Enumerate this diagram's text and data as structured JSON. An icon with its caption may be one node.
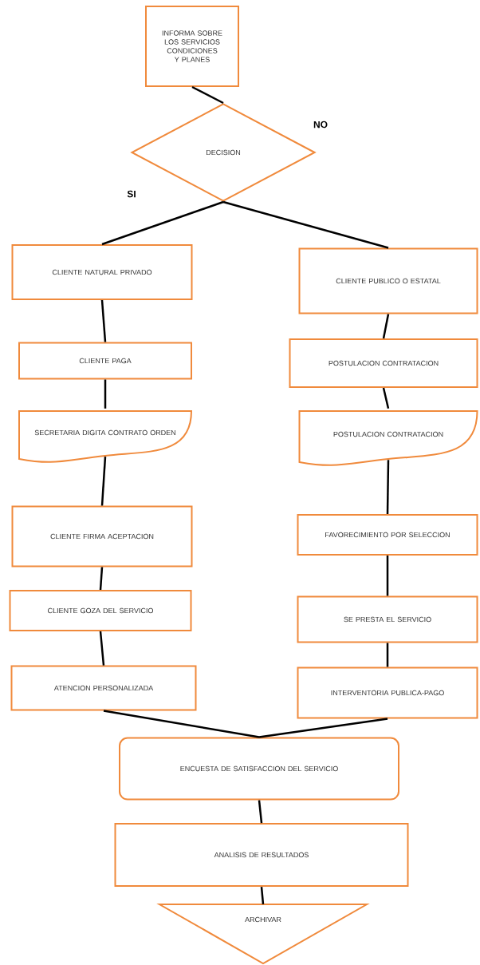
{
  "diagram": {
    "nodes": [
      {
        "text": [
          "INFORMA SOBRE LOS SERVICIOS CONDICIONES Y PLANES"
        ]
      },
      {
        "text": [
          "DECISION"
        ]
      },
      {
        "text": [
          "CLIENTE NATURAL PRIVADO"
        ]
      },
      {
        "text": [
          "CLIENTE PUBLICO O ESTATAL"
        ]
      },
      {
        "text": [
          "CLIENTE PAGA"
        ]
      },
      {
        "text": [
          "POSTULACION CONTRATACION"
        ]
      },
      {
        "text": [
          "SECRETARIA DIGITA CONTRATO ORDEN"
        ]
      },
      {
        "text": [
          "POSTULACION CONTRATACION"
        ]
      },
      {
        "text": [
          "CLIENTE FIRMA ACEPTACION"
        ]
      },
      {
        "text": [
          "FAVORECIMIENTO POR SELECCION"
        ]
      },
      {
        "text": [
          "CLIENTE GOZA DEL SERVICIO"
        ]
      },
      {
        "text": [
          "SE PRESTA EL SERVICIO"
        ]
      },
      {
        "text": [
          "ATENCION PERSONALIZADA"
        ]
      },
      {
        "text": [
          "INTERVENTORIA PUBLICA-PAGO"
        ]
      },
      {
        "text": [
          "ENCUESTA DE SATISFACCION DEL SERVICIO"
        ]
      },
      {
        "text": [
          "ANALISIS DE RESULTADOS"
        ]
      },
      {
        "text": [
          "ARCHIVAR"
        ]
      }
    ],
    "edges": [
      {
        "from": 0,
        "to": 1,
        "arrow": "none"
      },
      {
        "from": 1,
        "to": 2,
        "arrow": "none"
      },
      {
        "from": 1,
        "to": 3,
        "arrow": "none"
      },
      {
        "from": 2,
        "to": 4,
        "arrow": "none"
      },
      {
        "from": 4,
        "to": 6,
        "arrow": "none"
      },
      {
        "from": 6,
        "to": 8,
        "arrow": "none"
      },
      {
        "from": 8,
        "to": 10,
        "arrow": "none"
      },
      {
        "from": 10,
        "to": 12,
        "arrow": "none"
      },
      {
        "from": 3,
        "to": 5,
        "arrow": "none"
      },
      {
        "from": 5,
        "to": 7,
        "arrow": "none"
      },
      {
        "from": 7,
        "to": 9,
        "arrow": "none"
      },
      {
        "from": 9,
        "to": 11,
        "arrow": "none"
      },
      {
        "from": 11,
        "to": 13,
        "arrow": "none"
      },
      {
        "from": 12,
        "to": 14,
        "arrow": "none"
      },
      {
        "from": 13,
        "to": 14,
        "arrow": "none"
      },
      {
        "from": 14,
        "to": 15,
        "arrow": "none"
      },
      {
        "from": 15,
        "to": 16,
        "arrow": "none"
      }
    ],
    "labels": [
      "NO",
      "SI"
    ]
  }
}
